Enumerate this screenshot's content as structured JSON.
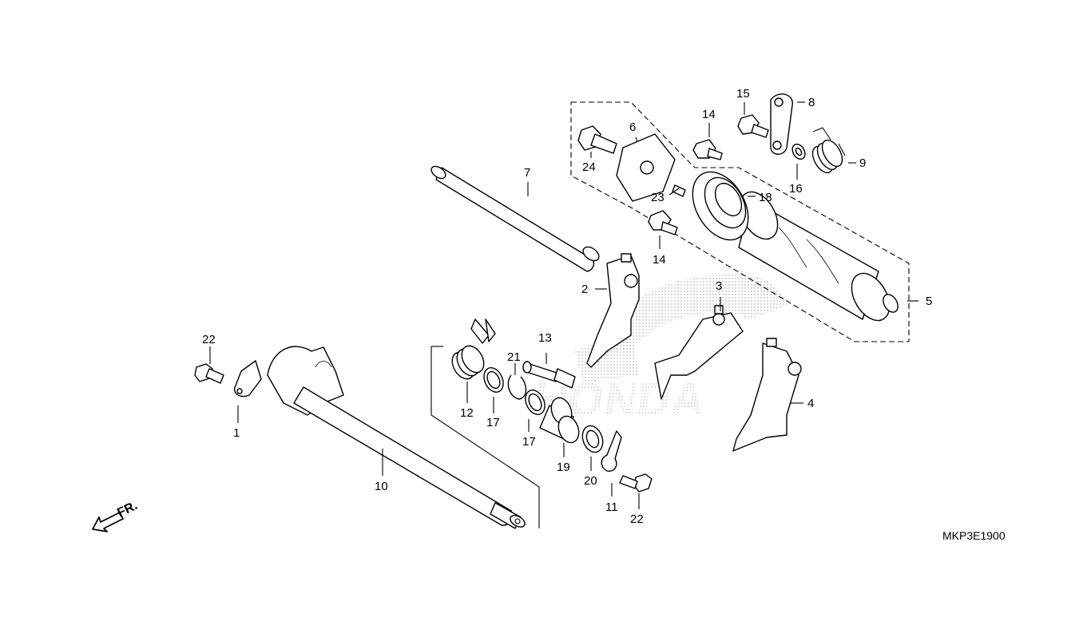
{
  "diagram_code": "MKP3E1900",
  "front_label": "FR.",
  "watermark": "HONDA",
  "callouts": [
    {
      "id": "c1",
      "text": "1"
    },
    {
      "id": "c2",
      "text": "2"
    },
    {
      "id": "c3",
      "text": "3"
    },
    {
      "id": "c4",
      "text": "4"
    },
    {
      "id": "c5",
      "text": "5"
    },
    {
      "id": "c6",
      "text": "6"
    },
    {
      "id": "c7",
      "text": "7"
    },
    {
      "id": "c8",
      "text": "8"
    },
    {
      "id": "c9",
      "text": "9"
    },
    {
      "id": "c10",
      "text": "10"
    },
    {
      "id": "c11",
      "text": "11"
    },
    {
      "id": "c12",
      "text": "12"
    },
    {
      "id": "c13",
      "text": "13"
    },
    {
      "id": "c14a",
      "text": "14"
    },
    {
      "id": "c14b",
      "text": "14"
    },
    {
      "id": "c15",
      "text": "15"
    },
    {
      "id": "c16",
      "text": "16"
    },
    {
      "id": "c17a",
      "text": "17"
    },
    {
      "id": "c17b",
      "text": "17"
    },
    {
      "id": "c18",
      "text": "18"
    },
    {
      "id": "c19",
      "text": "19"
    },
    {
      "id": "c20",
      "text": "20"
    },
    {
      "id": "c21",
      "text": "21"
    },
    {
      "id": "c22a",
      "text": "22"
    },
    {
      "id": "c22b",
      "text": "22"
    },
    {
      "id": "c23",
      "text": "23"
    },
    {
      "id": "c24",
      "text": "24"
    }
  ]
}
